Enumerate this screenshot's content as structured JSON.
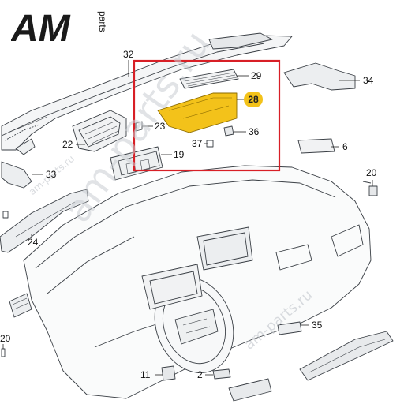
{
  "brand": {
    "logo_letters": "AM",
    "logo_sub": "parts"
  },
  "watermark": {
    "main": "am-parts.ru",
    "small": "am-parts.ru"
  },
  "highlight": {
    "part": "28",
    "box_color": "#d81f26",
    "part_color": "#f3c21a"
  },
  "callouts": {
    "c32": "32",
    "c29": "29",
    "c28": "28",
    "c34": "34",
    "c23": "23",
    "c36": "36",
    "c22": "22",
    "c37": "37",
    "c6": "6",
    "c19": "19",
    "c33": "33",
    "c20": "20",
    "c24": "24",
    "c35": "35",
    "c20b": "20",
    "c11": "11",
    "c2": "2"
  }
}
